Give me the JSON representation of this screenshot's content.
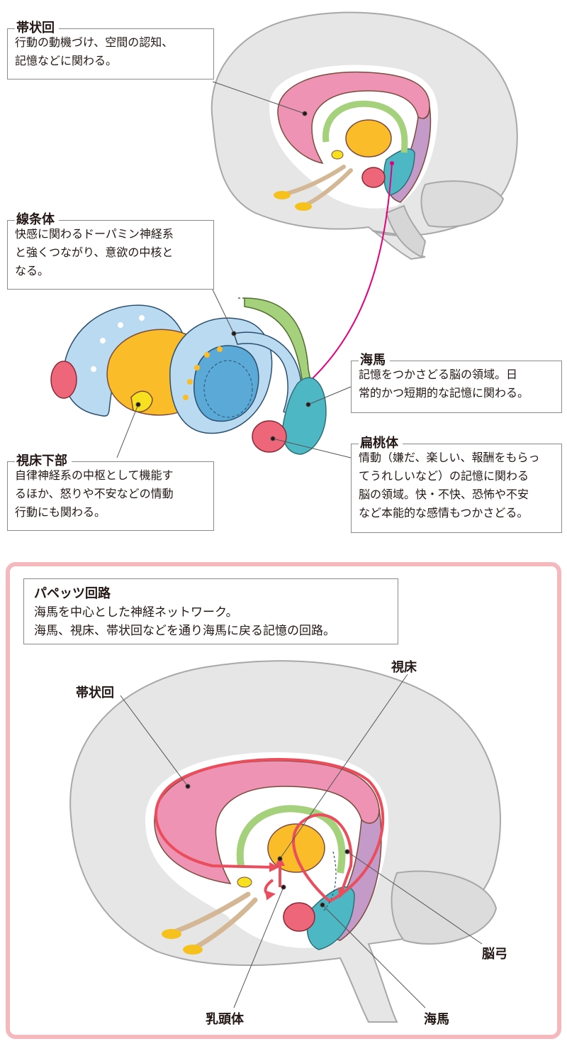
{
  "labels": {
    "cingulate": {
      "title": "帯状回",
      "body": "行動の動機づけ、空間の認知、\n記憶などに関わる。"
    },
    "striatum": {
      "title": "線条体",
      "body": "快感に関わるドーパミン神経系\nと強くつながり、意欲の中核と\nなる。"
    },
    "hippocampus": {
      "title": "海馬",
      "body": "記憶をつかさどる脳の領域。日\n常的かつ短期的な記憶に関わる。"
    },
    "amygdala": {
      "title": "扁桃体",
      "body": "情動（嫌だ、楽しい、報酬をもらっ\nてうれしいなど）の記憶に関わる\n脳の領域。快・不快、恐怖や不安\nなど本能的な感情もつかさどる。"
    },
    "hypothalamus": {
      "title": "視床下部",
      "body": "自律神経系の中枢として機能す\nるほか、怒りや不安などの情動\n行動にも関わる。"
    }
  },
  "papez": {
    "title": "パペッツ回路",
    "line1": "海馬を中心とした神経ネットワーク。",
    "line2": "海馬、視床、帯状回などを通り海馬に戻る記憶の回路。",
    "callouts": {
      "cingulate": "帯状回",
      "thalamus": "視床",
      "fornix": "脳弓",
      "mammillary": "乳頭体",
      "hippocampus": "海馬"
    }
  },
  "colors": {
    "brain": "#e6e6e6",
    "cingulate": "#ef93b5",
    "purple": "#c49ac8",
    "thalamus": "#fbbc2a",
    "fornix_green": "#a6d17c",
    "hippocampus": "#4db8c4",
    "amygdala": "#ee6679",
    "striatum_blue": "#5aa9d6",
    "striatum_light": "#b9daf0",
    "circuit_arrow": "#ea4d5c",
    "pointer_arrow": "#e4007f",
    "panel_border": "#f4b8bd"
  }
}
